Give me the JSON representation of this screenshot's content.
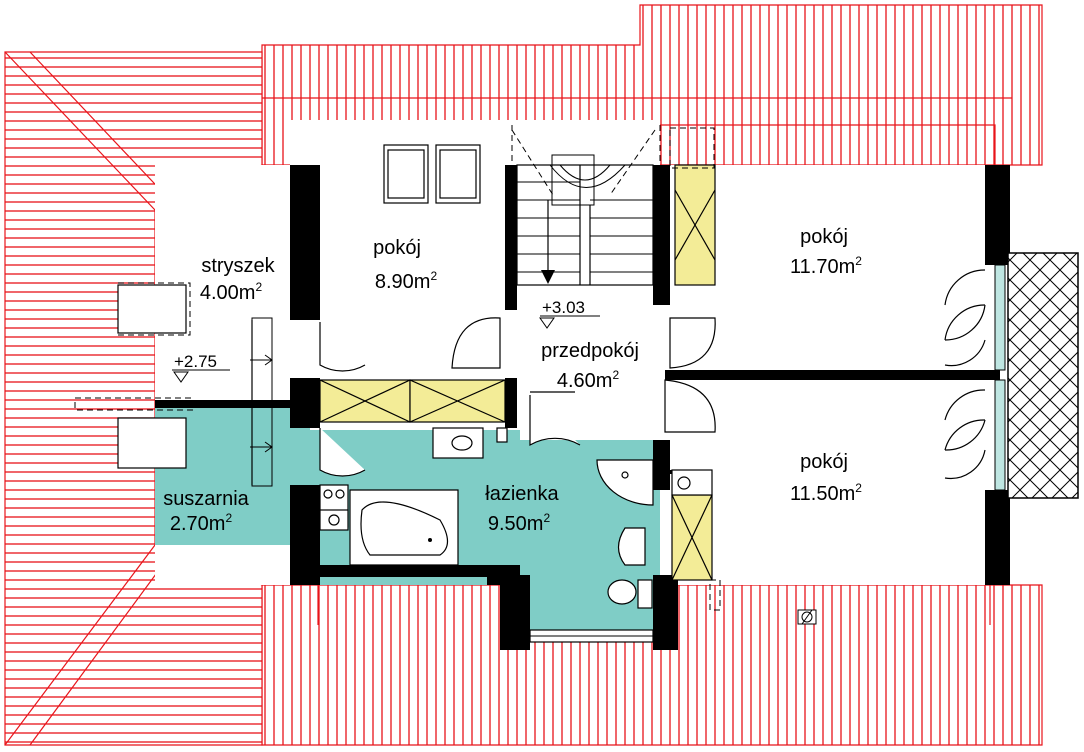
{
  "rooms": [
    {
      "name": "stryszek",
      "area": "4.00m",
      "unit_sup": "2"
    },
    {
      "name": "pokój",
      "area": "8.90m",
      "unit_sup": "2"
    },
    {
      "name": "przedpokój",
      "area": "4.60m",
      "unit_sup": "2"
    },
    {
      "name": "pokój",
      "area": "11.70m",
      "unit_sup": "2"
    },
    {
      "name": "pokój",
      "area": "11.50m",
      "unit_sup": "2"
    },
    {
      "name": "suszarnia",
      "area": "2.70m",
      "unit_sup": "2"
    },
    {
      "name": "łazienka",
      "area": "9.50m",
      "unit_sup": "2"
    }
  ],
  "levels": [
    "+3.03",
    "+2.75"
  ],
  "colors": {
    "roof_hatch": "#e8141a",
    "wet_room_floor": "#7fcdc6",
    "built_in_cabinet": "#f3ec97",
    "window_glass": "#bfe6e2",
    "walls": "#000000"
  }
}
